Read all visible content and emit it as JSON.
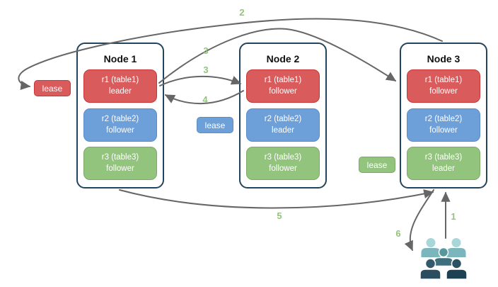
{
  "diagram": {
    "nodes": [
      {
        "title": "Node 1",
        "replicas": [
          {
            "name": "r1 (table1)",
            "role": "leader",
            "color": "red"
          },
          {
            "name": "r2 (table2)",
            "role": "follower",
            "color": "blue"
          },
          {
            "name": "r3 (table3)",
            "role": "follower",
            "color": "green"
          }
        ]
      },
      {
        "title": "Node 2",
        "replicas": [
          {
            "name": "r1 (table1)",
            "role": "follower",
            "color": "red"
          },
          {
            "name": "r2 (table2)",
            "role": "leader",
            "color": "blue"
          },
          {
            "name": "r3 (table3)",
            "role": "follower",
            "color": "green"
          }
        ]
      },
      {
        "title": "Node 3",
        "replicas": [
          {
            "name": "r1 (table1)",
            "role": "follower",
            "color": "red"
          },
          {
            "name": "r2 (table2)",
            "role": "follower",
            "color": "blue"
          },
          {
            "name": "r3 (table3)",
            "role": "leader",
            "color": "green"
          }
        ]
      }
    ],
    "leases": [
      {
        "label": "lease",
        "color": "red",
        "near": "Node 1 r1 leader"
      },
      {
        "label": "lease",
        "color": "blue",
        "near": "Node 2 r2 leader"
      },
      {
        "label": "lease",
        "color": "green",
        "near": "Node 3 r3 leader"
      }
    ],
    "steps": [
      {
        "label": "2",
        "arrow": "Node 3 top to red lease left of Node 1"
      },
      {
        "label": "3",
        "arrow": "Node 1 r1 leader to Node 3 r1 follower"
      },
      {
        "label": "3",
        "arrow": "Node 1 r1 leader to Node 2 r1 follower"
      },
      {
        "label": "4",
        "arrow": "Node 2 r1 follower to Node 1 r1 leader"
      },
      {
        "label": "5",
        "arrow": "Node 1 bottom to Node 3 bottom"
      },
      {
        "label": "6",
        "arrow": "Node 3 bottom down to users group"
      },
      {
        "label": "1",
        "arrow": "users group up to Node 3 bottom"
      }
    ],
    "icons": {
      "users": "users-group-icon"
    },
    "colors": {
      "red_fill": "#d95b5b",
      "red_stroke": "#c83737",
      "blue_fill": "#6d9fd8",
      "blue_stroke": "#5a8dc8",
      "green_fill": "#93c47d",
      "green_stroke": "#7ca964",
      "node_stroke": "#23445d",
      "arrow": "#666666",
      "step_label": "#93c47d",
      "users_back_head": "#a9d6d8",
      "users_back_body": "#7ab6bb",
      "users_mid_head": "#57989f",
      "users_mid_body": "#3f6f7d",
      "users_front_left_head": "#33596b",
      "users_front_left_body": "#2a4d60",
      "users_front_right_head": "#295063",
      "users_front_right_body": "#1e4254"
    }
  }
}
